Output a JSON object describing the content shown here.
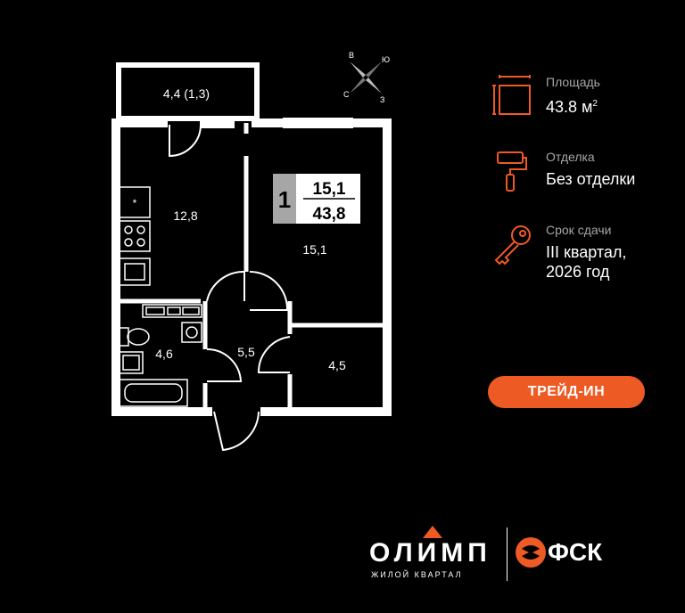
{
  "plan": {
    "compass": {
      "n": "С",
      "s": "Ю",
      "e": "В",
      "w": "З"
    },
    "rooms": {
      "balcony": "4,4 (1,3)",
      "kitchen": "12,8",
      "living": "15,1",
      "bath": "4,6",
      "hall": "5,5",
      "storage": "4,5"
    },
    "badge": {
      "rooms": "1",
      "living_area": "15,1",
      "total_area": "43,8"
    }
  },
  "info": {
    "area": {
      "label": "Площадь",
      "value": "43.8 м",
      "unit_sup": "2"
    },
    "finish": {
      "label": "Отделка",
      "value": "Без отделки"
    },
    "deadline": {
      "label": "Срок сдачи",
      "value_line1": "III квартал,",
      "value_line2": "2026 год"
    }
  },
  "trade_in": {
    "label": "ТРЕЙД-ИН"
  },
  "brand": {
    "olimp": "ОЛИМП",
    "olimp_sub": "ЖИЛОЙ КВАРТАЛ",
    "fsk": "ФСК"
  },
  "colors": {
    "accent": "#ee5a24",
    "background": "#000000",
    "muted": "#a6a6a6"
  },
  "icons": [
    "area-icon",
    "paint-roller-icon",
    "key-icon",
    "compass-icon",
    "fsk-logo-icon"
  ]
}
